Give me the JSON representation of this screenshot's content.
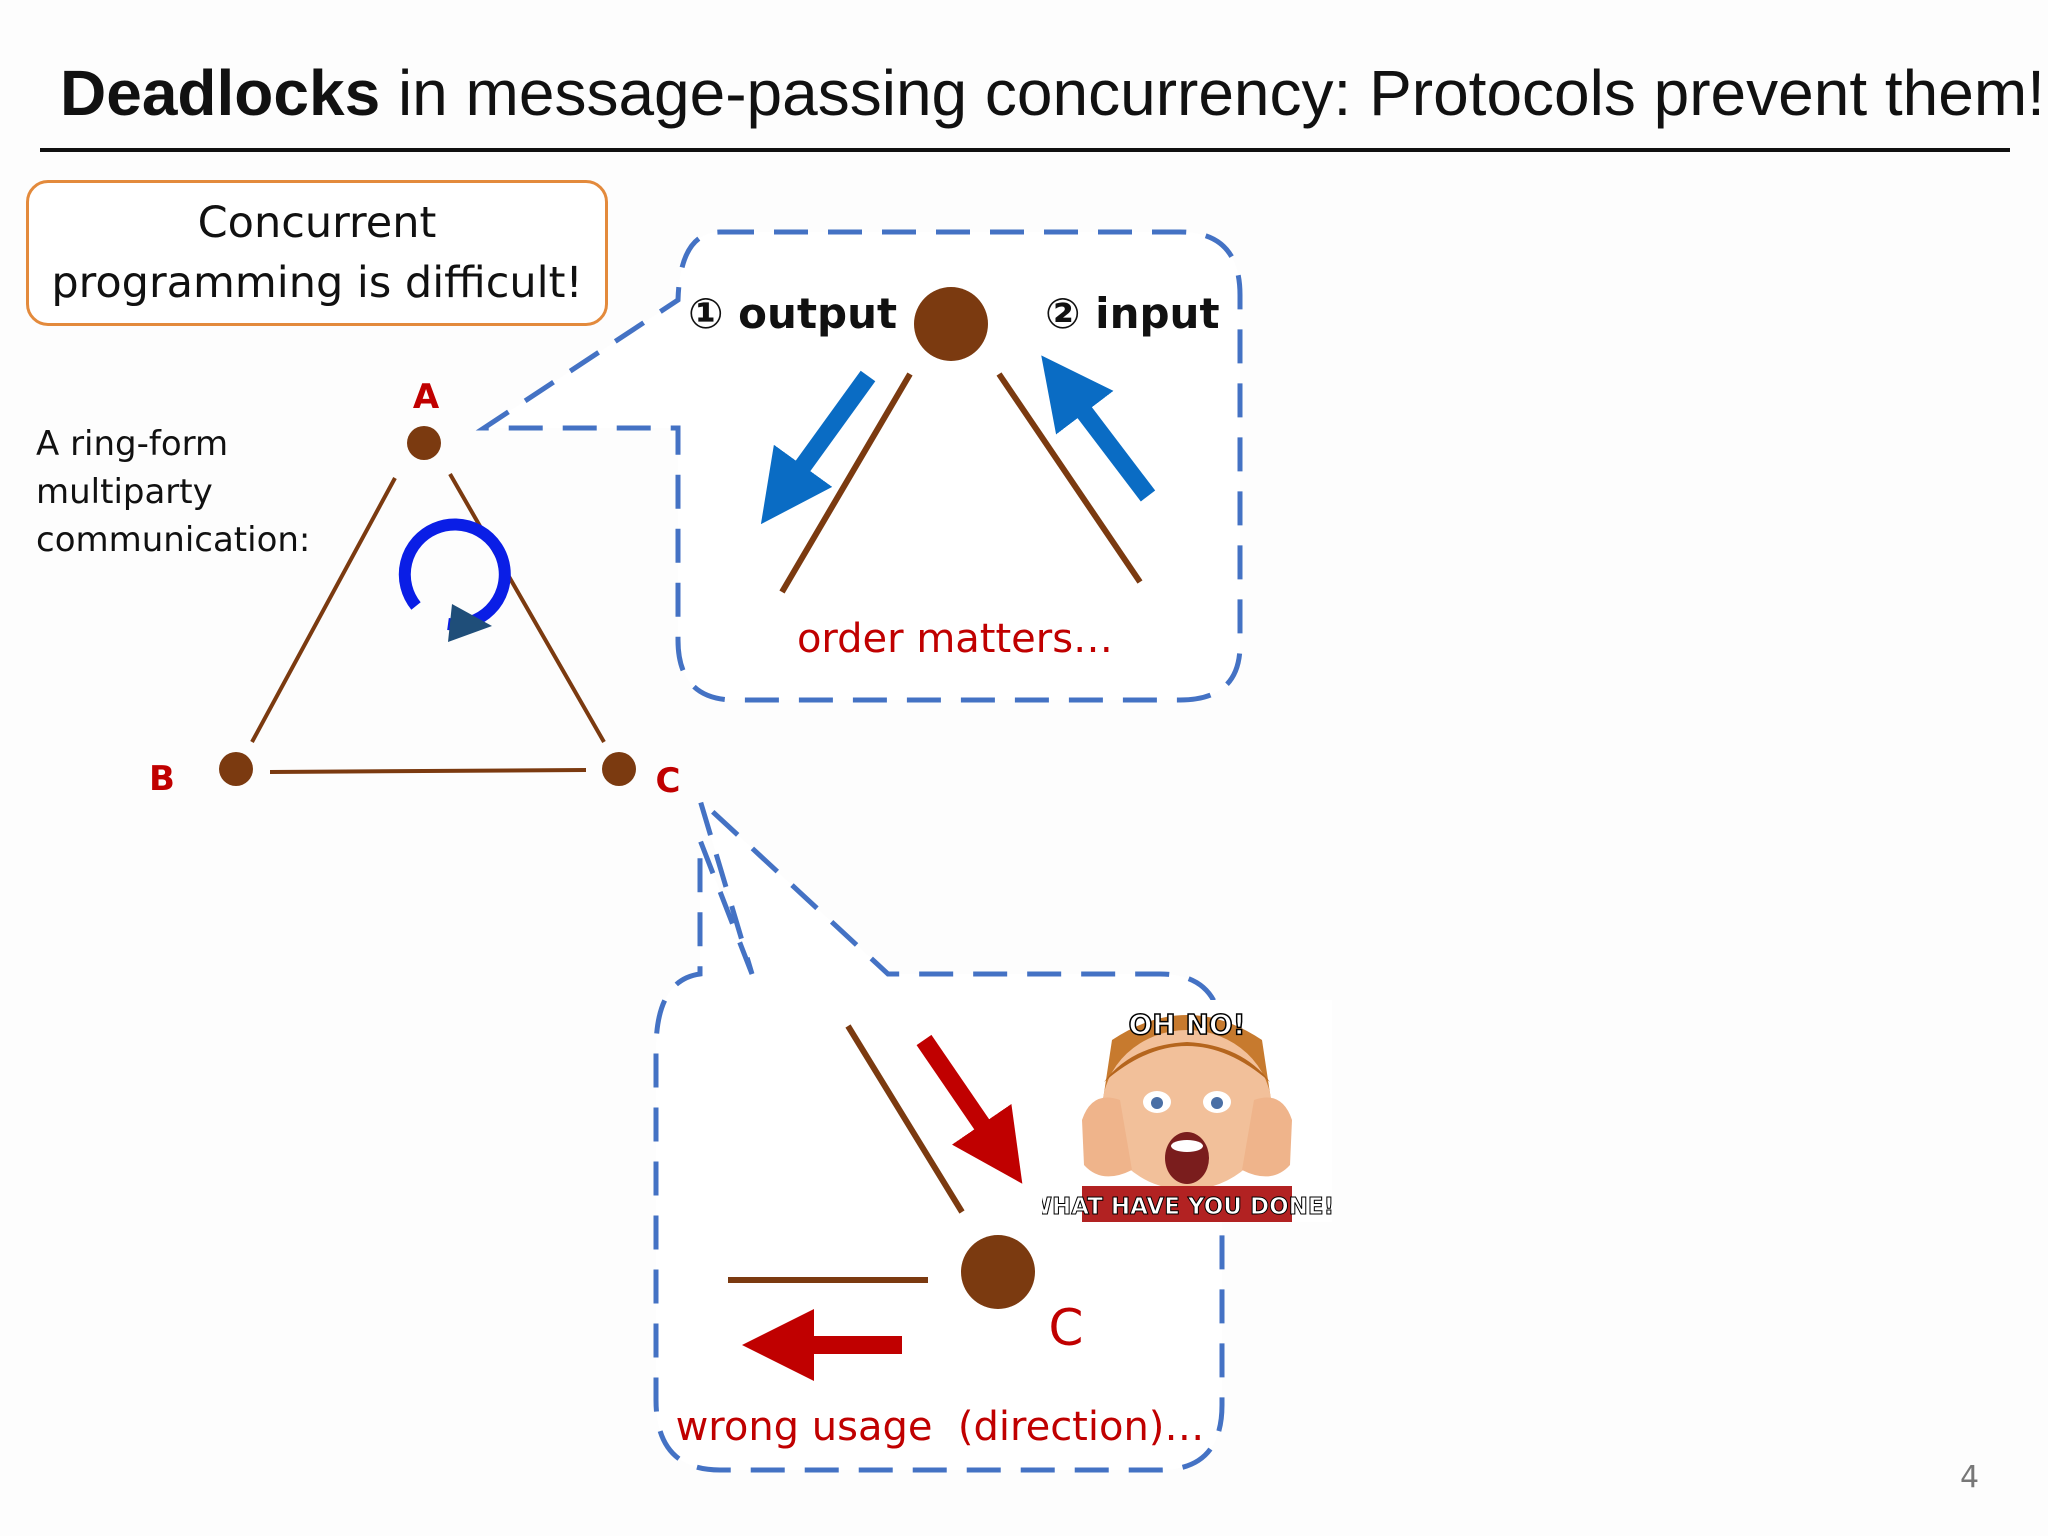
{
  "title": {
    "bold_part": "Deadlocks",
    "rest": " in message-passing concurrency: Protocols prevent them!"
  },
  "callout": {
    "line1": "Concurrent",
    "line2": "programming is difficult!"
  },
  "side_text": {
    "line1": "A ring-form",
    "line2": "multiparty",
    "line3": "communication:"
  },
  "ring": {
    "nodes": [
      "A",
      "B",
      "C"
    ]
  },
  "top_bubble": {
    "output_label": "① output",
    "input_label": "② input",
    "note": "order matters…"
  },
  "bottom_bubble": {
    "node_label": "C",
    "note": "wrong usage  (direction)…"
  },
  "meme": {
    "top_text": "OH NO!",
    "bottom_text": "WHAT HAVE YOU DONE!?"
  },
  "page_number": "4",
  "colors": {
    "node": "#7b3a10",
    "edge": "#7b3a10",
    "label_red": "#c00000",
    "bubble_border": "#4472c4",
    "blue_arrow": "#0a6cc4",
    "red_arrow": "#c00000",
    "rotation_blue": "#0a1ee6",
    "rotation_head": "#1f4e79"
  }
}
